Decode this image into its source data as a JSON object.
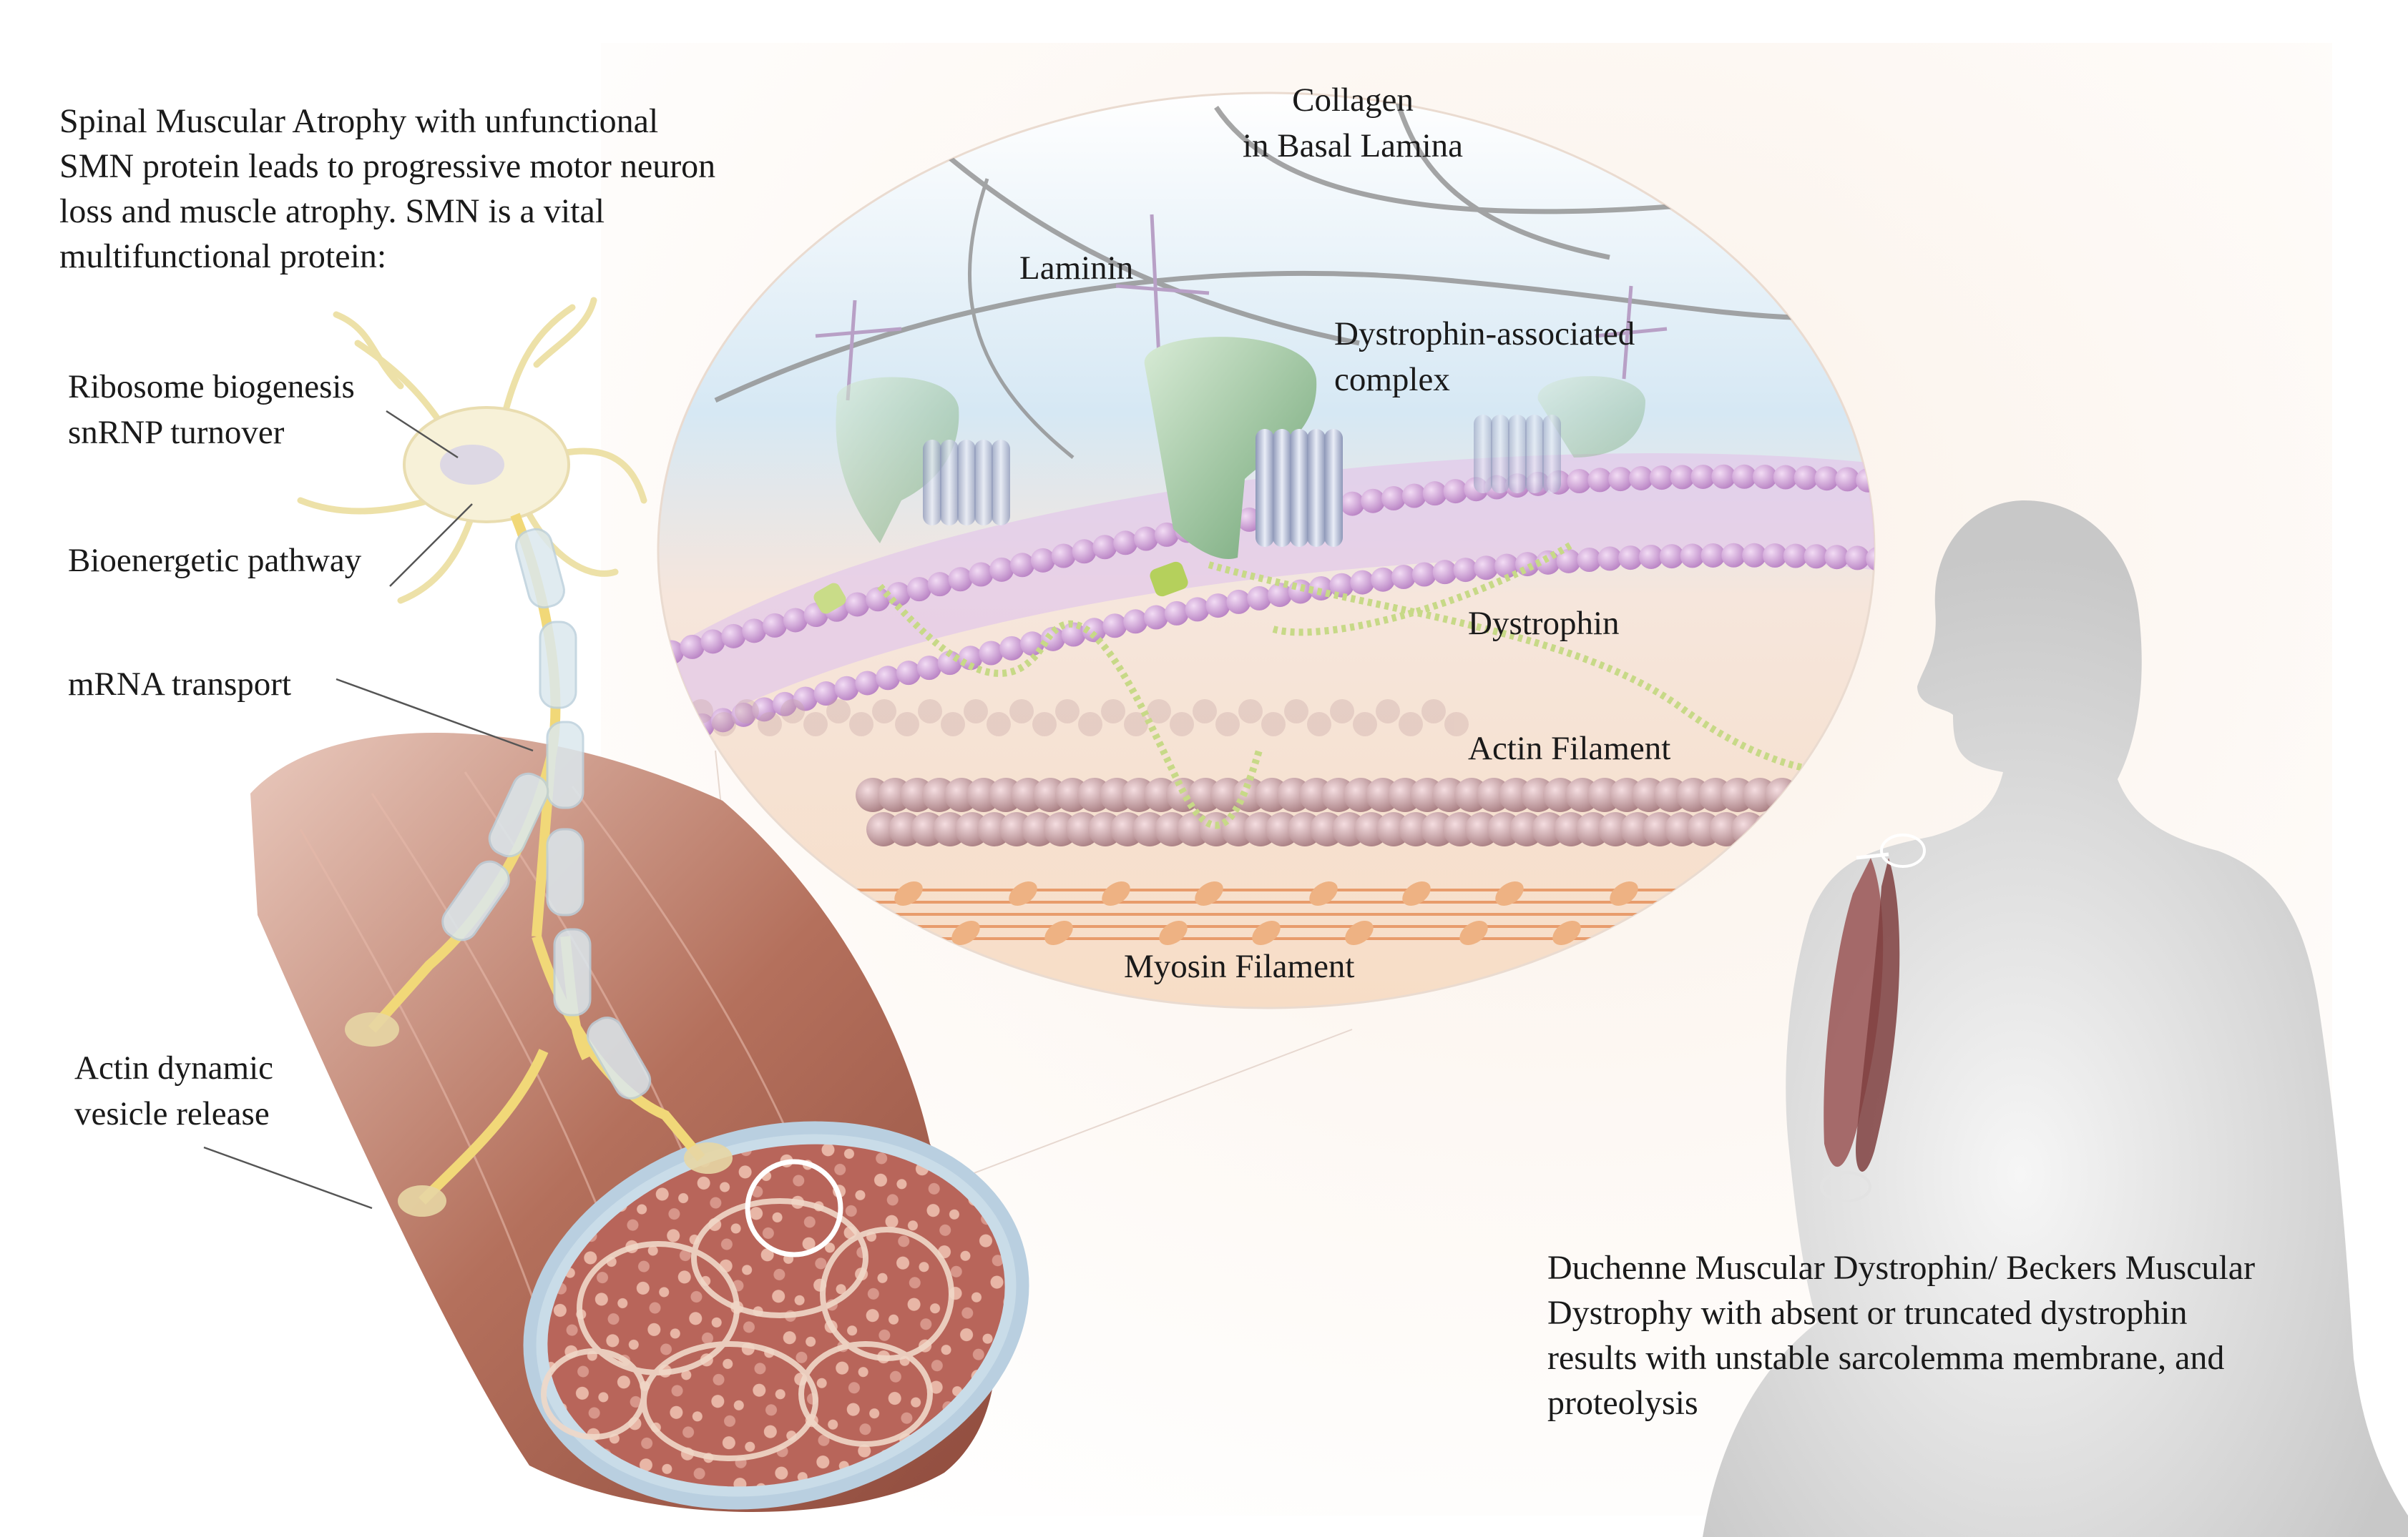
{
  "sma_description": "Spinal Muscular Atrophy with unfunctional\nSMN protein leads to progressive motor neuron\nloss and muscle atrophy. SMN is a vital\nmultifunctional protein:",
  "smn_functions": {
    "ribosome": "Ribosome biogenesis\nsnRNP turnover",
    "bioenergetic": "Bioenergetic pathway",
    "mrna": "mRNA transport",
    "actin_vesicle": "Actin dynamic\nvesicle release"
  },
  "membrane_labels": {
    "collagen": "Collagen\nin Basal Lamina",
    "laminin": "Laminin",
    "dac": "Dystrophin-associated\ncomplex",
    "dystrophin": "Dystrophin",
    "actin": "Actin Filament",
    "myosin": "Myosin Filament"
  },
  "dmd_description": "Duchenne Muscular Dystrophin/ Beckers Muscular\nDystrophy with absent or truncated dystrophin\nresults with unstable sarcolemma membrane, and\nproteolysis",
  "colors": {
    "muscle": "#b06a58",
    "membrane": "#c9a0d4",
    "protein_green": "#8fbf8f",
    "protein_blue": "#aab4cf",
    "dystrophin": "#c6d884",
    "actin": "#b48c8c",
    "myosin": "#e8b088",
    "silhouette": "#cfcfcf",
    "neuron": "#f2e7a8"
  },
  "icons": [
    "neuron-icon",
    "muscle-fiber-icon",
    "membrane-zoom-icon",
    "human-silhouette-icon"
  ]
}
